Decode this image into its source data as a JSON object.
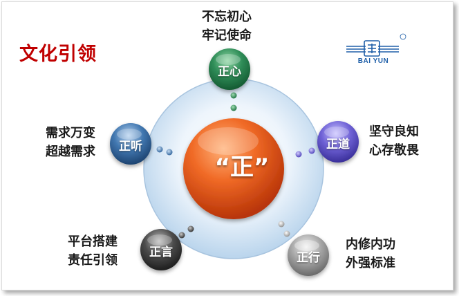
{
  "title": "文化引领",
  "logo": {
    "text": "BAI YUN",
    "registered": "®"
  },
  "center": {
    "label": "“正”"
  },
  "nodes": {
    "zhengxin": {
      "label": "正心",
      "caption": [
        "不忘初心",
        "牢记使命"
      ]
    },
    "zhengdao": {
      "label": "正道",
      "caption": [
        "坚守良知",
        "心存敬畏"
      ]
    },
    "zhengxing": {
      "label": "正行",
      "caption": [
        "内修内功",
        "外强标准"
      ]
    },
    "zhengyan": {
      "label": "正言",
      "caption": [
        "平台搭建",
        "责任引领"
      ]
    },
    "zhengting": {
      "label": "正听",
      "caption": [
        "需求万变",
        "超越需求"
      ]
    }
  },
  "colors": {
    "title": "#c00000",
    "center": "#e8561a",
    "zhengxin": "#2e8b57",
    "zhengdao": "#6a5acd",
    "zhengxing": "#9a9a9a",
    "zhengyan": "#4a4a4a",
    "zhengting": "#3f6fa0",
    "ring": "#b8d2ea"
  }
}
